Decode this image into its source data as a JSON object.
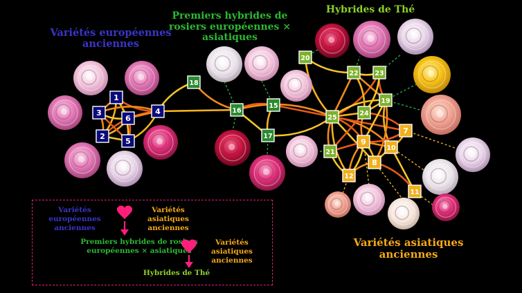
{
  "labels": {
    "european": "Variétés européennes anciennes",
    "hybrids": "Premiers hybrides de rosiers européennes × asiatiques",
    "tea": "Hybrides de Thé",
    "asian": "Variétés asiatiques anciennes"
  },
  "legend": {
    "european": "Variétés européennes anciennes",
    "asian_1": "Variétés asiatiques anciennes",
    "hybrids": "Premiers hybrides de rosiers européennes × asiatiques",
    "asian_2": "Variétés asiatiques anciennes",
    "tea": "Hybrides de Thé"
  },
  "colors": {
    "european": "#0a0a7a",
    "hybrid": "#2a8a2e",
    "tea": "#7cb12c",
    "asian": "#f0b01c",
    "heart": "#ff1f7a",
    "frame": "#e0207c"
  },
  "nodes": [
    {
      "id": "1",
      "group": "european"
    },
    {
      "id": "2",
      "group": "european"
    },
    {
      "id": "3",
      "group": "european"
    },
    {
      "id": "4",
      "group": "european"
    },
    {
      "id": "5",
      "group": "european"
    },
    {
      "id": "6",
      "group": "european"
    },
    {
      "id": "15",
      "group": "hybrid"
    },
    {
      "id": "16",
      "group": "hybrid"
    },
    {
      "id": "17",
      "group": "hybrid"
    },
    {
      "id": "18",
      "group": "hybrid"
    },
    {
      "id": "19",
      "group": "tea"
    },
    {
      "id": "20",
      "group": "tea"
    },
    {
      "id": "21",
      "group": "tea"
    },
    {
      "id": "22",
      "group": "tea"
    },
    {
      "id": "23",
      "group": "tea"
    },
    {
      "id": "24",
      "group": "tea"
    },
    {
      "id": "25",
      "group": "tea"
    },
    {
      "id": "7",
      "group": "asian"
    },
    {
      "id": "8",
      "group": "asian"
    },
    {
      "id": "9",
      "group": "asian"
    },
    {
      "id": "10",
      "group": "asian"
    },
    {
      "id": "11",
      "group": "asian"
    },
    {
      "id": "12",
      "group": "asian"
    }
  ],
  "edges": [
    [
      "1",
      "2"
    ],
    [
      "1",
      "3"
    ],
    [
      "1",
      "4"
    ],
    [
      "1",
      "5"
    ],
    [
      "1",
      "6"
    ],
    [
      "2",
      "3"
    ],
    [
      "2",
      "4"
    ],
    [
      "2",
      "5"
    ],
    [
      "2",
      "6"
    ],
    [
      "3",
      "4"
    ],
    [
      "3",
      "5"
    ],
    [
      "3",
      "6"
    ],
    [
      "4",
      "5"
    ],
    [
      "4",
      "6"
    ],
    [
      "5",
      "6"
    ],
    [
      "4",
      "18"
    ],
    [
      "4",
      "16"
    ],
    [
      "18",
      "16"
    ],
    [
      "16",
      "15"
    ],
    [
      "16",
      "17"
    ],
    [
      "15",
      "17"
    ],
    [
      "16",
      "25"
    ],
    [
      "15",
      "25"
    ],
    [
      "17",
      "25"
    ],
    [
      "25",
      "20"
    ],
    [
      "25",
      "22"
    ],
    [
      "25",
      "23"
    ],
    [
      "25",
      "19"
    ],
    [
      "25",
      "24"
    ],
    [
      "25",
      "21"
    ],
    [
      "25",
      "9"
    ],
    [
      "25",
      "8"
    ],
    [
      "25",
      "12"
    ],
    [
      "25",
      "10"
    ],
    [
      "25",
      "7"
    ],
    [
      "22",
      "23"
    ],
    [
      "22",
      "24"
    ],
    [
      "22",
      "19"
    ],
    [
      "23",
      "19"
    ],
    [
      "23",
      "24"
    ],
    [
      "24",
      "19"
    ],
    [
      "24",
      "9"
    ],
    [
      "24",
      "7"
    ],
    [
      "19",
      "9"
    ],
    [
      "19",
      "10"
    ],
    [
      "19",
      "8"
    ],
    [
      "21",
      "9"
    ],
    [
      "21",
      "12"
    ],
    [
      "9",
      "8"
    ],
    [
      "9",
      "10"
    ],
    [
      "9",
      "7"
    ],
    [
      "9",
      "12"
    ],
    [
      "8",
      "10"
    ],
    [
      "8",
      "12"
    ],
    [
      "8",
      "11"
    ],
    [
      "10",
      "11"
    ],
    [
      "10",
      "7"
    ],
    [
      "12",
      "9"
    ],
    [
      "21",
      "24"
    ],
    [
      "20",
      "22"
    ]
  ]
}
